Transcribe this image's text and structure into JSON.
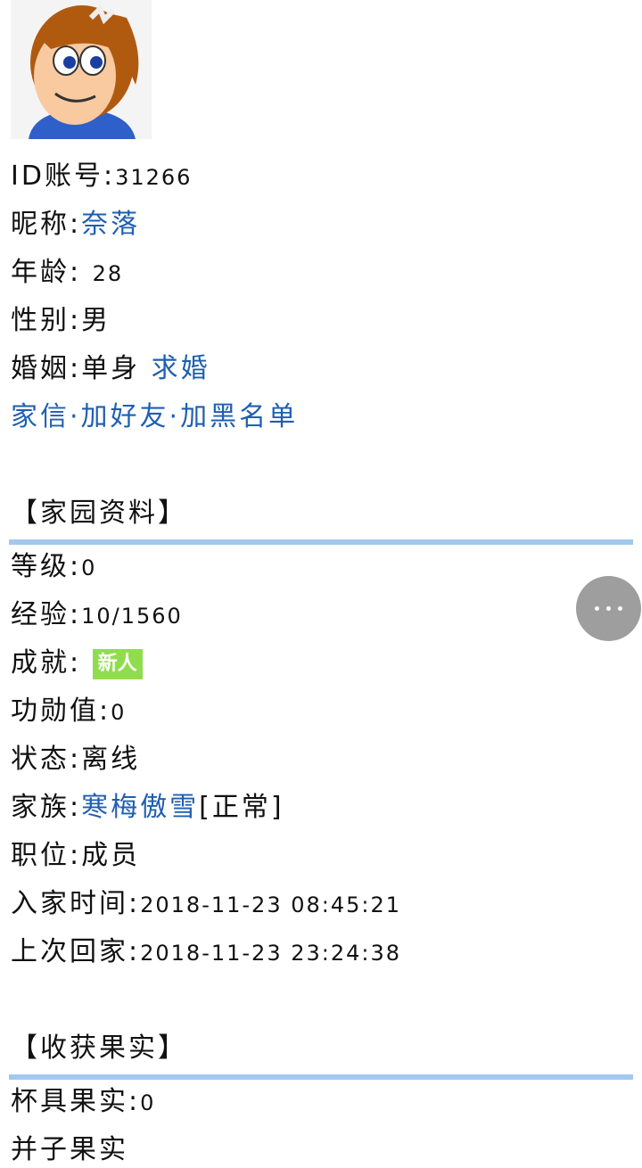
{
  "profile": {
    "id_label": "ID账号:",
    "id": "31266",
    "nick_label": "昵称:",
    "nick": "奈落",
    "age_label": "年龄:",
    "age": "28",
    "gender_label": "性别:",
    "gender": "男",
    "marriage_label": "婚姻:",
    "marriage": "单身",
    "propose": "求婚",
    "actions": [
      "家信",
      "加好友",
      "加黑名单"
    ]
  },
  "home": {
    "title": "【家园资料】",
    "level_label": "等级:",
    "level": "0",
    "exp_label": "经验:",
    "exp": "10/1560",
    "achieve_label": "成就:",
    "achieve_badge": "新人",
    "merit_label": "功勋值:",
    "merit": "0",
    "status_label": "状态:",
    "status": "离线",
    "clan_label": "家族:",
    "clan": "寒梅傲雪",
    "clan_state": "[正常]",
    "position_label": "职位:",
    "position": "成员",
    "join_label": "入家时间:",
    "join_time": "2018-11-23 08:45:21",
    "last_label": "上次回家:",
    "last_time": "2018-11-23 23:24:38"
  },
  "harvest": {
    "title": "【收获果实】",
    "cup_label": "杯具果实:",
    "cup": "0",
    "next_label": "并子果实"
  },
  "colors": {
    "link": "#1f5fb0",
    "separator": "#a2c8ee",
    "badge": "#8fdd4d",
    "fab": "#9e9e9e"
  }
}
